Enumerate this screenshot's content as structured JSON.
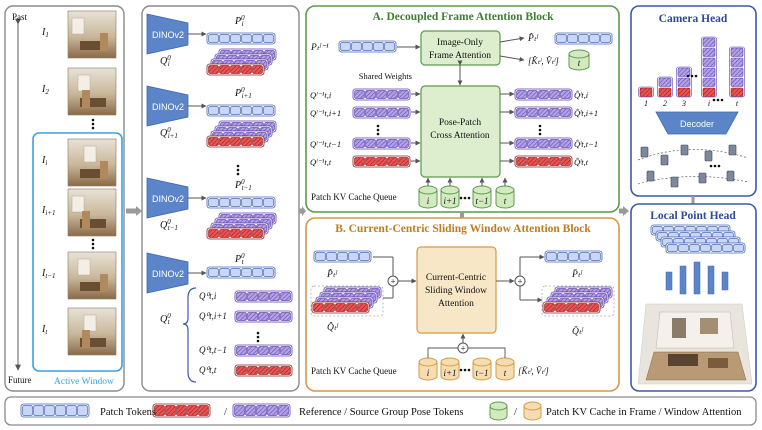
{
  "timeline": {
    "top": "Past",
    "bottom": "Future"
  },
  "frames": [
    {
      "label": "I",
      "sub": "1"
    },
    {
      "label": "I",
      "sub": "2"
    },
    {
      "label": "I",
      "sub": "i"
    },
    {
      "label": "I",
      "sub": "i+1"
    },
    {
      "label": "I",
      "sub": "t−1"
    },
    {
      "label": "I",
      "sub": "t"
    }
  ],
  "active_window": "Active Window",
  "encoder": "DINOv2",
  "encoder_outputs": [
    {
      "p": "P",
      "p_sub": "i",
      "q": "Q",
      "q_sub": "i"
    },
    {
      "p": "P",
      "p_sub": "i+1",
      "q": "Q",
      "q_sub": "i+1"
    },
    {
      "p": "P",
      "p_sub": "t−1",
      "q": "Q",
      "q_sub": "t−1"
    },
    {
      "p": "P",
      "p_sub": "t",
      "q": "Q",
      "q_sub": "t"
    }
  ],
  "qt_group": [
    "Q⁰t,i",
    "Q⁰t,i+1",
    "Q⁰t,t−1",
    "Q⁰t,t"
  ],
  "block_a": {
    "title": "A. Decoupled Frame Attention Block",
    "frame_attn": [
      "Image-Only",
      "Frame Attention"
    ],
    "shared": "Shared Weights",
    "cross_attn": [
      "Pose-Patch",
      "Cross Attention"
    ],
    "cache_queue": "Patch KV Cache Queue",
    "cache_labels": [
      "i",
      "i+1",
      "t−1",
      "t"
    ],
    "in_p": "Pₜˡ⁻¹",
    "out_p": "P̂ₜˡ",
    "kv": "[K̂ₜˡ, V̂ₜˡ]",
    "kv_t": "t",
    "q_in": [
      "Qˡ⁻¹t,i",
      "Qˡ⁻¹t,i+1",
      "Qˡ⁻¹t,t−1",
      "Qˡ⁻¹t,t"
    ],
    "q_out": [
      "Q̂ˡt,i",
      "Q̂ˡt,i+1",
      "Q̂ˡt,t−1",
      "Q̂ˡt,t"
    ]
  },
  "block_b": {
    "title": "B. Current-Centric Sliding Window Attention Block",
    "attn": [
      "Current-Centric",
      "Sliding Window",
      "Attention"
    ],
    "cache_queue": "Patch KV Cache Queue",
    "cache_labels": [
      "i",
      "i+1",
      "t−1",
      "t"
    ],
    "kv": "[K̄ₜˡ, V̄ₜˡ]",
    "in_p": "P̂ₜˡ",
    "in_q": "Q̂ₜˡ",
    "out_p": "P̄ₜˡ",
    "out_q": "Q̄ₜˡ"
  },
  "camera_head": {
    "title": "Camera Head",
    "decoder": "Decoder",
    "indices": [
      "1",
      "2",
      "3",
      "i",
      "t"
    ]
  },
  "point_head": {
    "title": "Local Point Head"
  },
  "legend": {
    "patch": "Patch Tokens",
    "pose": "Reference / Source Group Pose Tokens",
    "cache": "Patch KV Cache in Frame / Window Attention"
  },
  "colors": {
    "patch_fill": "#c9d6f5",
    "patch_stroke": "#4466b8",
    "ref_fill": "#e03a3a",
    "src_fill": "#9d86d6",
    "encoder": "#5b84c9",
    "green_border": "#5c9a4b",
    "green_fill": "#dceecd",
    "orange_border": "#d49a45",
    "orange_fill": "#f8e7c6",
    "blue_border": "#3c5aa8",
    "active_window": "#3aa2e0",
    "cache_green": "#d3eac0",
    "cache_orange": "#f6ddb1"
  }
}
